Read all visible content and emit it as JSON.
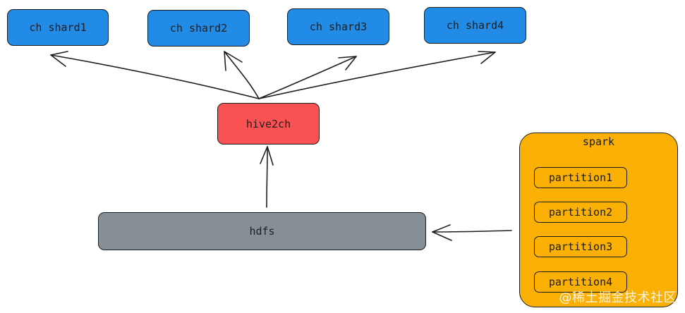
{
  "diagram": {
    "shards": [
      {
        "label": "ch shard1"
      },
      {
        "label": "ch shard2"
      },
      {
        "label": "ch shard3"
      },
      {
        "label": "ch shard4"
      }
    ],
    "hive2ch": {
      "label": "hive2ch"
    },
    "hdfs": {
      "label": "hdfs"
    },
    "spark": {
      "title": "spark",
      "partitions": [
        {
          "label": "partition1"
        },
        {
          "label": "partition2"
        },
        {
          "label": "partition3"
        },
        {
          "label": "partition4"
        }
      ]
    },
    "watermark": "@稀土掘金技术社区"
  },
  "colors": {
    "shard": "#228be6",
    "hive2ch": "#fa5252",
    "hdfs": "#868e96",
    "spark": "#fab005",
    "stroke": "#1e1e1e"
  }
}
